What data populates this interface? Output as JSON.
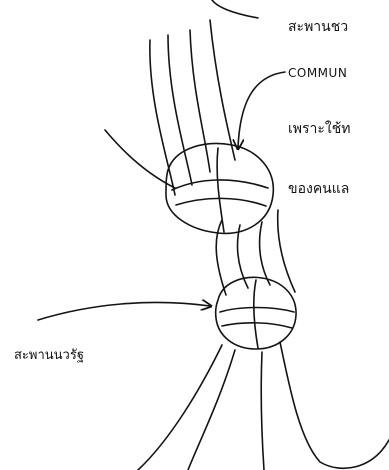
{
  "colors": {
    "ink": "#141414",
    "paper": "#ffffff"
  },
  "labels": {
    "upper_line_1": "สะพานชว",
    "upper_line_2": "COMMUN",
    "upper_line_3": "เพราะใช้ท",
    "upper_line_4": "ของคนแล",
    "lower": "สะพานนวรัฐ"
  }
}
